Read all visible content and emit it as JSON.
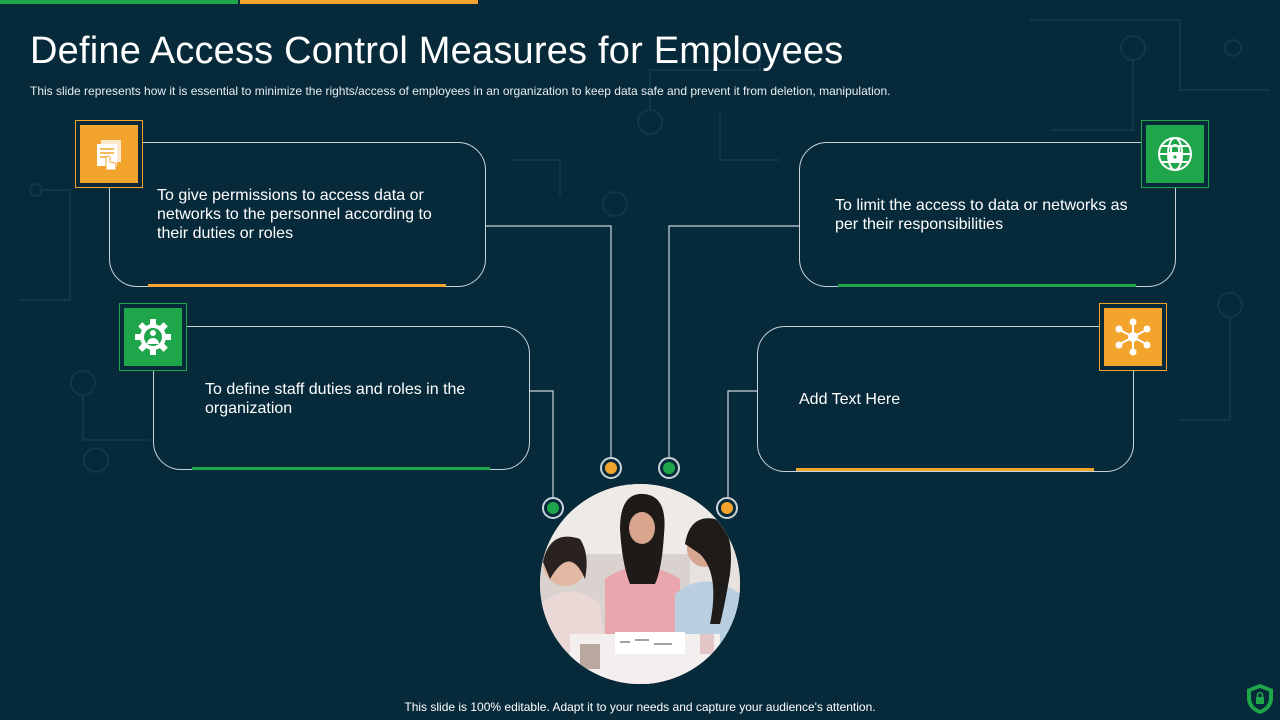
{
  "title": "Define Access Control Measures for Employees",
  "subtitle": "This slide represents how it is essential to minimize the rights/access of employees in an organization to keep data safe and prevent  it from deletion, manipulation.",
  "colors": {
    "background": "#072a3b",
    "green": "#1fa64a",
    "orange": "#f3a42c",
    "line": "#c9d4da"
  },
  "cards": [
    {
      "text": "To give permissions to access data or networks to the personnel according to their duties or roles",
      "icon": "documents-hand-icon",
      "accent": "orange"
    },
    {
      "text": "To define staff duties and roles in the organization",
      "icon": "gear-people-icon",
      "accent": "green"
    },
    {
      "text": "To limit the access to data or networks as per their responsibilities",
      "icon": "globe-lock-icon",
      "accent": "green"
    },
    {
      "text": "Add Text Here",
      "icon": "network-nodes-icon",
      "accent": "orange"
    }
  ],
  "photo": "three-women-working-photo",
  "footer": "This slide is 100% editable. Adapt it to your needs and capture your audience's attention.",
  "logo": "shield-logo-icon"
}
